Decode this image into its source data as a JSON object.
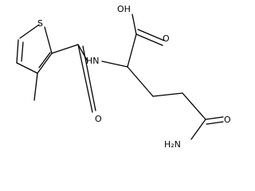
{
  "molecule": {
    "atoms": {
      "hydroxyl": "OH",
      "acid_oxygen": "O",
      "thiophene_sulfur": "S",
      "amide_nh": "HN",
      "amide_oxygen": "O",
      "terminal_amide_oxygen": "O",
      "amine": "H₂N"
    }
  }
}
